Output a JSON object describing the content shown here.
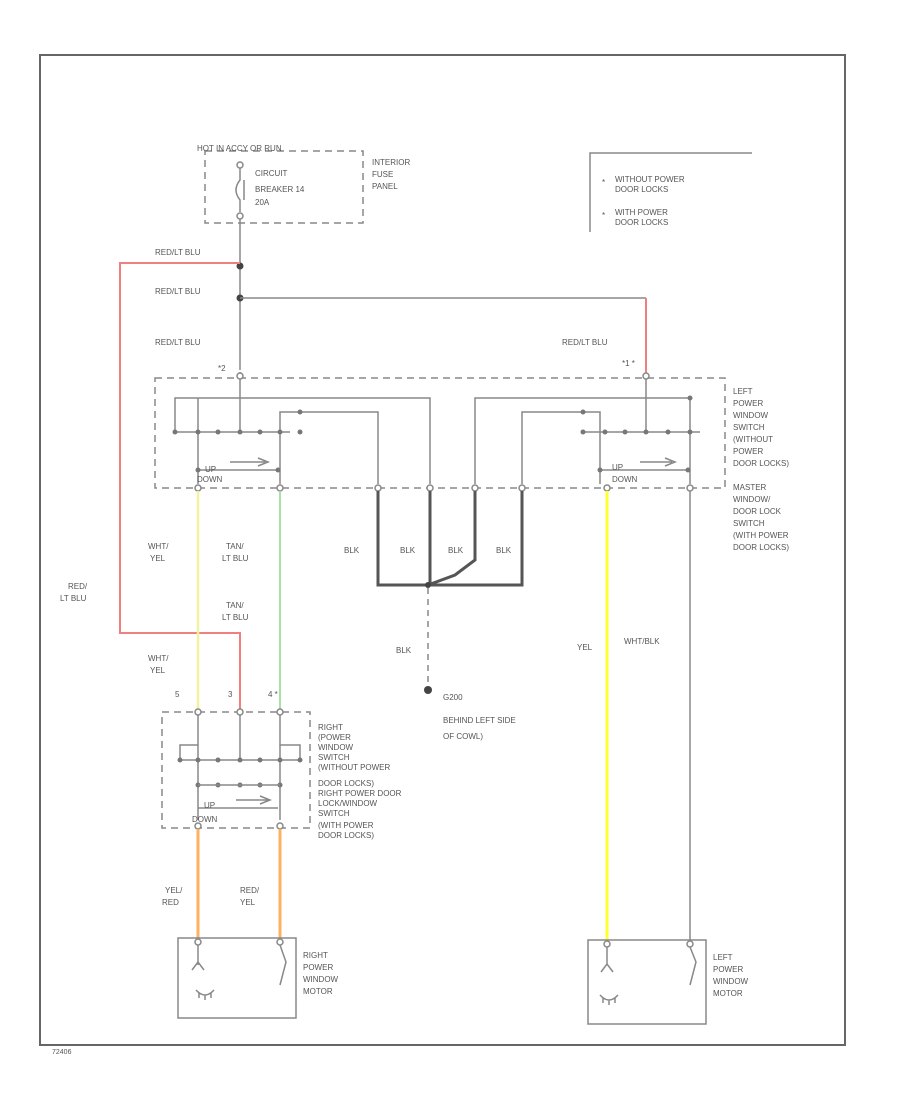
{
  "diagram": {
    "figure_id": "72406",
    "legend": {
      "items": [
        {
          "symbol": "*",
          "text": "WITHOUT POWER DOOR LOCKS"
        },
        {
          "symbol": "*",
          "text": "WITH POWER DOOR LOCKS"
        }
      ]
    },
    "components": {
      "fuse_top": "HOT IN ACCY OR RUN",
      "circuit_breaker": "CIRCUIT BREAKER 14 20A",
      "fuse_panel": "INTERIOR FUSE PANEL",
      "left_switch": "LEFT POWER WINDOW SWITCH (WITHOUT POWER DOOR LOCKS) MASTER WINDOW/ DOOR LOCK SWITCH (WITH POWER DOOR LOCKS)",
      "right_switch": "RIGHT POWER WINDOW SWITCH (WITHOUT POWER DOOR LOCKS) RIGHT POWER DOOR LOCK/WINDOW SWITCH (WITH POWER DOOR LOCKS)",
      "right_motor": "RIGHT POWER WINDOW MOTOR",
      "left_motor": "LEFT POWER WINDOW MOTOR",
      "ground": "G200",
      "ground_location": "BEHIND LEFT SIDE OF COWL",
      "switch_up": "UP",
      "switch_down": "DOWN"
    },
    "wire_labels": {
      "red_lt_blu_1": "RED/LT BLU",
      "red_lt_blu_2": "RED/LT BLU",
      "red_lt_blu_3": "RED/LT BLU",
      "red_lt_blu_4": "RED/LT BLU",
      "red_lt_blu_left": "RED/ LT BLU",
      "wht_yel_1": "WHT/ YEL",
      "wht_yel_2": "WHT/ YEL",
      "tan_lt_blu_1": "TAN/ LT BLU",
      "tan_lt_blu_2": "TAN/ LT BLU",
      "blk_1": "BLK",
      "blk_2": "BLK",
      "blk_3": "BLK",
      "blk_4": "BLK",
      "blk_ground": "BLK",
      "yel": "YEL",
      "wht_blk": "WHT/BLK",
      "yel_red": "YEL/ RED",
      "red_yel": "RED/ YEL"
    }
  }
}
